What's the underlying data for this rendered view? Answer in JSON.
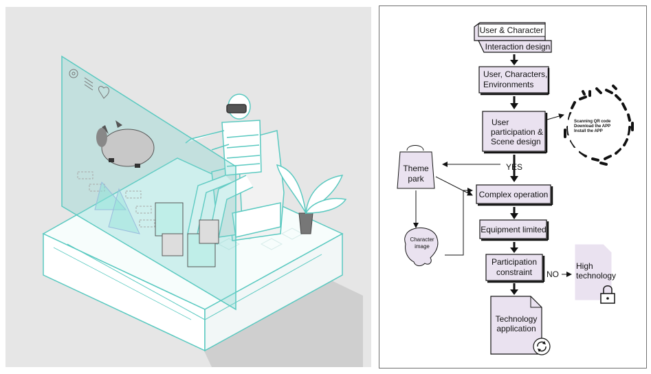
{
  "flowchart": {
    "user_character": "User & Character",
    "interaction_design": "Interaction design",
    "user_characters_env": [
      "User, Characters,",
      "Environments"
    ],
    "user_participation": [
      "User",
      "participation &",
      "Scene design"
    ],
    "qr_lines": [
      "Scanning QR code",
      "Download the APP",
      "Install the APP"
    ],
    "yes_label": "YES",
    "theme_park": [
      "Theme",
      "park"
    ],
    "character_image": [
      "Character",
      "image"
    ],
    "complex_operation": "Complex operation",
    "equipment_limited": "Equipment limited",
    "participation_constraint": [
      "Participation",
      "constraint"
    ],
    "no_label": "NO",
    "high_technology": [
      "High",
      "technology"
    ],
    "technology_application": [
      "Technology",
      "application"
    ]
  },
  "colors": {
    "box_fill": "#eae2f0",
    "teal_line": "#59c9c0",
    "panel_bg": "#e6e6e6"
  }
}
